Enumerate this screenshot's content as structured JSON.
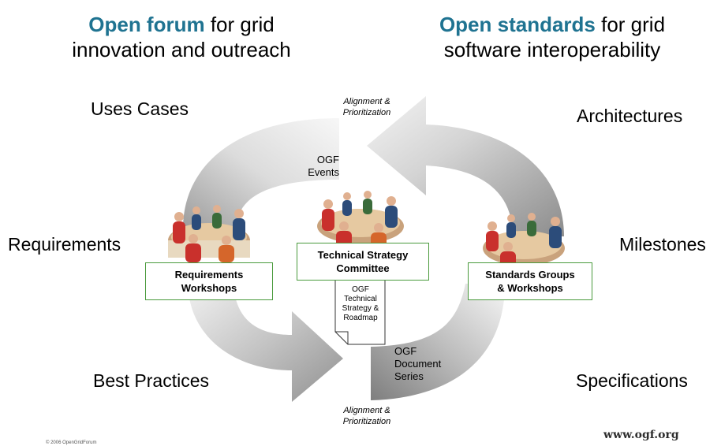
{
  "left_heading": {
    "accent": "Open forum",
    "rest": " for grid",
    "line2": "innovation and outreach"
  },
  "right_heading": {
    "accent": "Open standards",
    "rest": " for grid",
    "line2": "software interoperability"
  },
  "left_labels": [
    "Uses Cases",
    "Requirements",
    "Best Practices"
  ],
  "right_labels": [
    "Architectures",
    "Milestones",
    "Specifications"
  ],
  "alignment_top": {
    "line1": "Alignment &",
    "line2": "Prioritization"
  },
  "alignment_bottom": {
    "line1": "Alignment &",
    "line2": "Prioritization"
  },
  "events": {
    "line1": "OGF",
    "line2": "Events"
  },
  "boxes": {
    "requirements": {
      "line1": "Requirements",
      "line2": "Workshops"
    },
    "technical": {
      "line1": "Technical Strategy",
      "line2": "Committee"
    },
    "standards": {
      "line1": "Standards Groups",
      "line2": "& Workshops"
    }
  },
  "document": [
    "OGF",
    "Technical",
    "Strategy &",
    "Roadmap"
  ],
  "doc_series": [
    "OGF",
    "Document",
    "Series"
  ],
  "footer": {
    "copyright": "© 2006 OpenGridForum",
    "url": "www.ogf.org"
  },
  "colors": {
    "accent": "#1f7391",
    "box_border": "#4a9a3c",
    "arrow_light": "#f2f2f2",
    "arrow_dark": "#8a8a8a"
  }
}
